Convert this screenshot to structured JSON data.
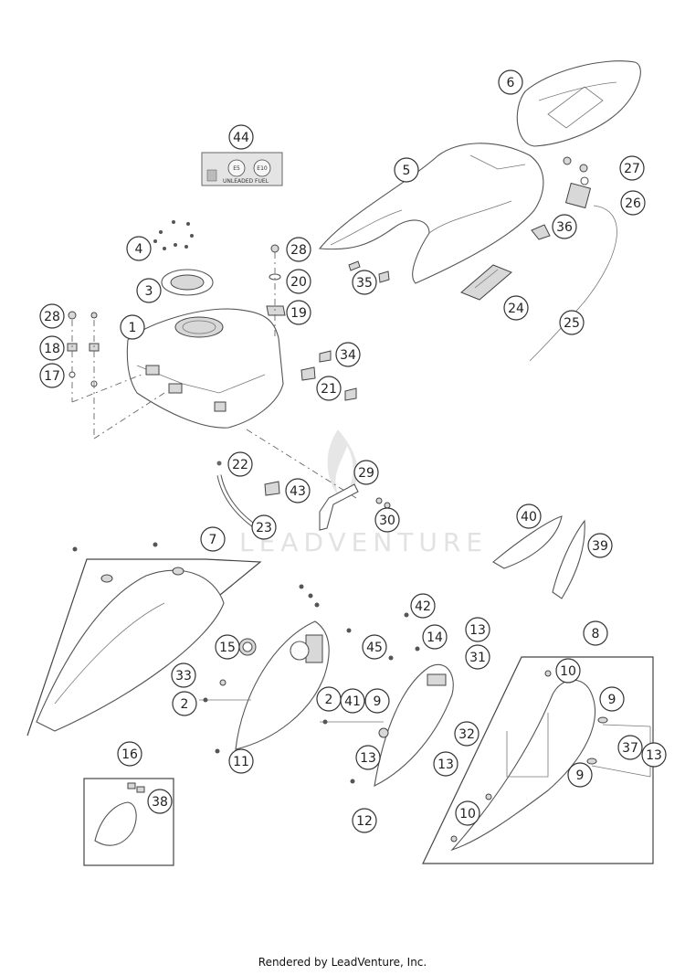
{
  "watermark": "LEADVENTURE",
  "fuel_label": {
    "badges": [
      "E5",
      "E10"
    ],
    "text": "UNLEADED FUEL"
  },
  "callouts": [
    {
      "id": "c1",
      "label": "1"
    },
    {
      "id": "c2a",
      "label": "2"
    },
    {
      "id": "c2b",
      "label": "2"
    },
    {
      "id": "c3",
      "label": "3"
    },
    {
      "id": "c4",
      "label": "4"
    },
    {
      "id": "c5",
      "label": "5"
    },
    {
      "id": "c6",
      "label": "6"
    },
    {
      "id": "c7",
      "label": "7"
    },
    {
      "id": "c8",
      "label": "8"
    },
    {
      "id": "c9a",
      "label": "9"
    },
    {
      "id": "c9b",
      "label": "9"
    },
    {
      "id": "c9c",
      "label": "9"
    },
    {
      "id": "c10a",
      "label": "10"
    },
    {
      "id": "c10b",
      "label": "10"
    },
    {
      "id": "c11",
      "label": "11"
    },
    {
      "id": "c12",
      "label": "12"
    },
    {
      "id": "c13a",
      "label": "13"
    },
    {
      "id": "c13b",
      "label": "13"
    },
    {
      "id": "c13c",
      "label": "13"
    },
    {
      "id": "c13d",
      "label": "13"
    },
    {
      "id": "c14",
      "label": "14"
    },
    {
      "id": "c15",
      "label": "15"
    },
    {
      "id": "c16",
      "label": "16"
    },
    {
      "id": "c17",
      "label": "17"
    },
    {
      "id": "c18",
      "label": "18"
    },
    {
      "id": "c19",
      "label": "19"
    },
    {
      "id": "c20",
      "label": "20"
    },
    {
      "id": "c21",
      "label": "21"
    },
    {
      "id": "c22",
      "label": "22"
    },
    {
      "id": "c23",
      "label": "23"
    },
    {
      "id": "c24",
      "label": "24"
    },
    {
      "id": "c25",
      "label": "25"
    },
    {
      "id": "c26",
      "label": "26"
    },
    {
      "id": "c27",
      "label": "27"
    },
    {
      "id": "c28a",
      "label": "28"
    },
    {
      "id": "c28b",
      "label": "28"
    },
    {
      "id": "c29",
      "label": "29"
    },
    {
      "id": "c30",
      "label": "30"
    },
    {
      "id": "c31",
      "label": "31"
    },
    {
      "id": "c32",
      "label": "32"
    },
    {
      "id": "c33",
      "label": "33"
    },
    {
      "id": "c34",
      "label": "34"
    },
    {
      "id": "c35",
      "label": "35"
    },
    {
      "id": "c36",
      "label": "36"
    },
    {
      "id": "c37",
      "label": "37"
    },
    {
      "id": "c38",
      "label": "38"
    },
    {
      "id": "c39",
      "label": "39"
    },
    {
      "id": "c40",
      "label": "40"
    },
    {
      "id": "c41",
      "label": "41"
    },
    {
      "id": "c42",
      "label": "42"
    },
    {
      "id": "c43",
      "label": "43"
    },
    {
      "id": "c44",
      "label": "44"
    },
    {
      "id": "c45",
      "label": "45"
    }
  ],
  "footer": "Rendered by LeadVenture, Inc."
}
